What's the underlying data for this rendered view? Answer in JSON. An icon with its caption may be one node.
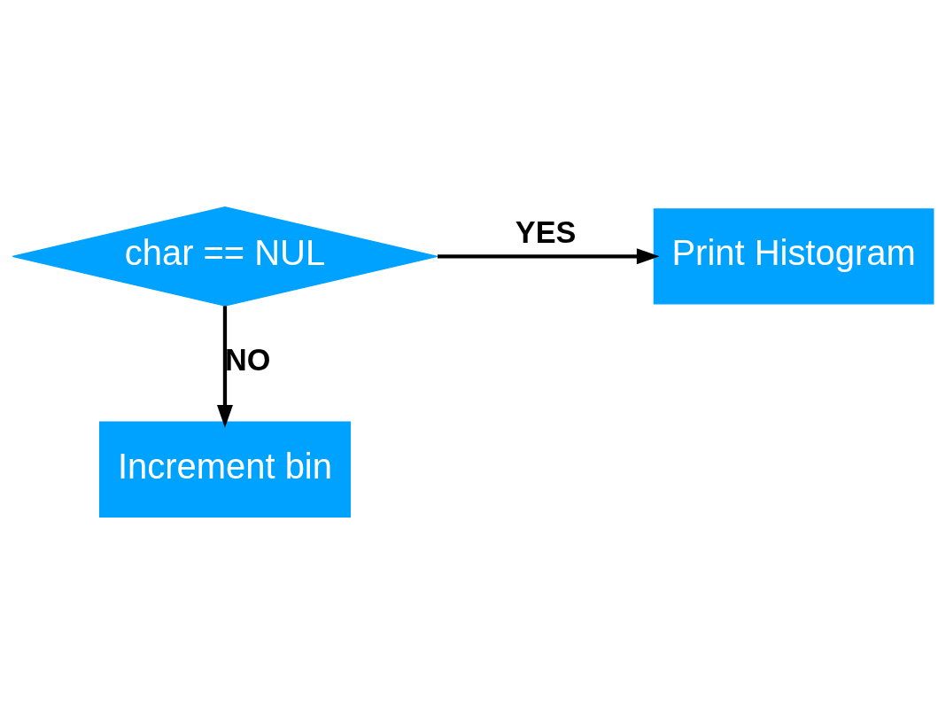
{
  "diagram": {
    "nodes": [
      {
        "text": [
          "char == NUL"
        ]
      },
      {
        "text": [
          "Print Histogram"
        ]
      },
      {
        "text": [
          "Increment bin"
        ]
      }
    ],
    "edges": [
      {
        "from": 0,
        "to": 1,
        "arrow": "to",
        "label": "YES"
      },
      {
        "from": 0,
        "to": 2,
        "arrow": "to",
        "label": "NO"
      }
    ]
  }
}
